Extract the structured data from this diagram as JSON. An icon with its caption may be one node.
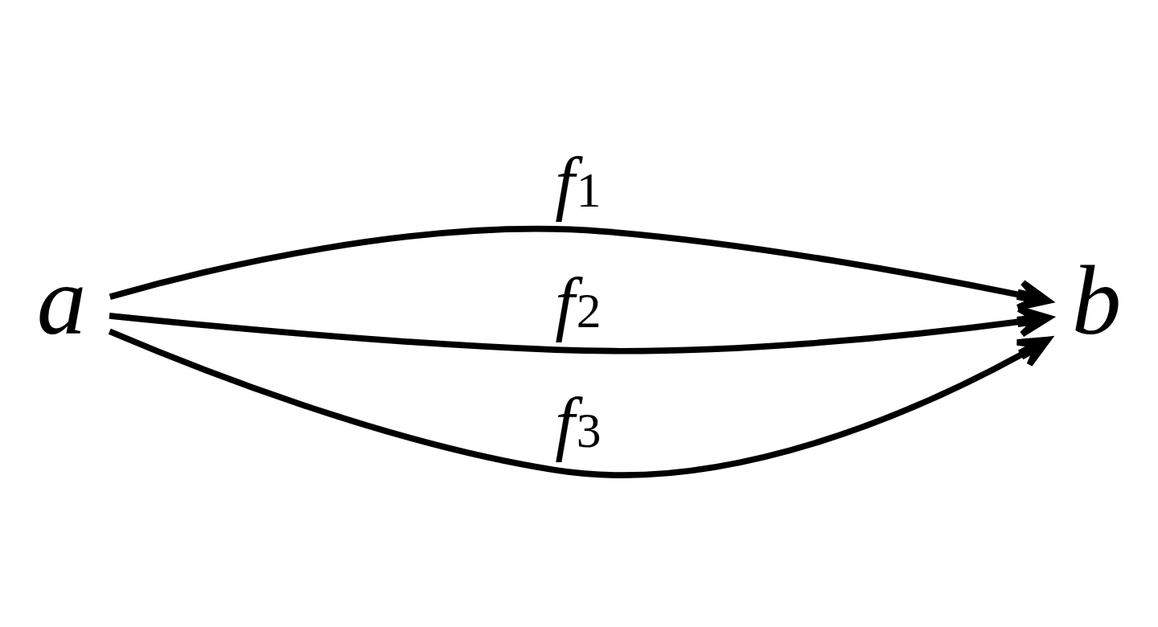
{
  "diagram": {
    "nodes": [
      {
        "text": [
          "a"
        ]
      },
      {
        "text": [
          "b"
        ]
      }
    ],
    "edges": [
      {
        "from": 0,
        "to": 1,
        "arrow": "to",
        "label": "f$_{1}$"
      },
      {
        "from": 0,
        "to": 1,
        "arrow": "to",
        "label": "f$_{2}$"
      },
      {
        "from": 0,
        "to": 1,
        "arrow": "to",
        "label": "f$_{3}$"
      }
    ]
  }
}
